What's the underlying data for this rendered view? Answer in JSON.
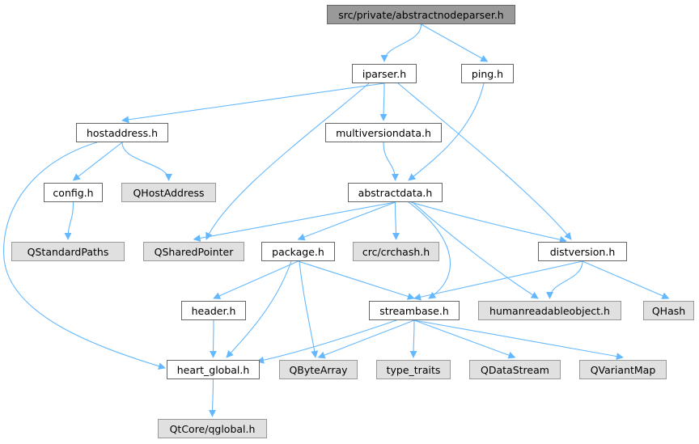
{
  "diagram": {
    "colors": {
      "edge": "#63b8ff",
      "local_node_fill": "#ffffff",
      "external_node_fill": "#e0e0e0",
      "root_node_fill": "#999999",
      "node_border": "#666666"
    },
    "nodes": [
      {
        "id": "root",
        "label": "src/private/abstractnodeparser.h",
        "kind": "root"
      },
      {
        "id": "iparser",
        "label": "iparser.h",
        "kind": "local"
      },
      {
        "id": "ping",
        "label": "ping.h",
        "kind": "local"
      },
      {
        "id": "hostaddress",
        "label": "hostaddress.h",
        "kind": "local"
      },
      {
        "id": "multiversiondata",
        "label": "multiversiondata.h",
        "kind": "local"
      },
      {
        "id": "config",
        "label": "config.h",
        "kind": "local"
      },
      {
        "id": "qhostaddress",
        "label": "QHostAddress",
        "kind": "external"
      },
      {
        "id": "abstractdata",
        "label": "abstractdata.h",
        "kind": "local"
      },
      {
        "id": "qstandardpaths",
        "label": "QStandardPaths",
        "kind": "external"
      },
      {
        "id": "qsharedpointer",
        "label": "QSharedPointer",
        "kind": "external"
      },
      {
        "id": "package",
        "label": "package.h",
        "kind": "local"
      },
      {
        "id": "crchash",
        "label": "crc/crchash.h",
        "kind": "external"
      },
      {
        "id": "distversion",
        "label": "distversion.h",
        "kind": "local"
      },
      {
        "id": "header",
        "label": "header.h",
        "kind": "local"
      },
      {
        "id": "streambase",
        "label": "streambase.h",
        "kind": "local"
      },
      {
        "id": "humanreadableobject",
        "label": "humanreadableobject.h",
        "kind": "external"
      },
      {
        "id": "qhash",
        "label": "QHash",
        "kind": "external"
      },
      {
        "id": "heartglobal",
        "label": "heart_global.h",
        "kind": "local"
      },
      {
        "id": "qbytearray",
        "label": "QByteArray",
        "kind": "external"
      },
      {
        "id": "typetraits",
        "label": "type_traits",
        "kind": "external"
      },
      {
        "id": "qdatastream",
        "label": "QDataStream",
        "kind": "external"
      },
      {
        "id": "qvariantmap",
        "label": "QVariantMap",
        "kind": "external"
      },
      {
        "id": "qglobal",
        "label": "QtCore/qglobal.h",
        "kind": "external"
      }
    ],
    "edges": [
      {
        "from": "root",
        "to": "iparser"
      },
      {
        "from": "root",
        "to": "ping"
      },
      {
        "from": "iparser",
        "to": "hostaddress"
      },
      {
        "from": "iparser",
        "to": "multiversiondata"
      },
      {
        "from": "iparser",
        "to": "qsharedpointer"
      },
      {
        "from": "iparser",
        "to": "distversion"
      },
      {
        "from": "ping",
        "to": "abstractdata"
      },
      {
        "from": "hostaddress",
        "to": "config"
      },
      {
        "from": "hostaddress",
        "to": "qhostaddress"
      },
      {
        "from": "hostaddress",
        "to": "heartglobal"
      },
      {
        "from": "multiversiondata",
        "to": "abstractdata"
      },
      {
        "from": "config",
        "to": "qstandardpaths"
      },
      {
        "from": "abstractdata",
        "to": "qsharedpointer"
      },
      {
        "from": "abstractdata",
        "to": "package"
      },
      {
        "from": "abstractdata",
        "to": "crchash"
      },
      {
        "from": "abstractdata",
        "to": "distversion"
      },
      {
        "from": "abstractdata",
        "to": "streambase"
      },
      {
        "from": "abstractdata",
        "to": "humanreadableobject"
      },
      {
        "from": "package",
        "to": "header"
      },
      {
        "from": "package",
        "to": "heartglobal"
      },
      {
        "from": "package",
        "to": "qbytearray"
      },
      {
        "from": "package",
        "to": "streambase"
      },
      {
        "from": "distversion",
        "to": "streambase"
      },
      {
        "from": "distversion",
        "to": "humanreadableobject"
      },
      {
        "from": "distversion",
        "to": "qhash"
      },
      {
        "from": "header",
        "to": "heartglobal"
      },
      {
        "from": "streambase",
        "to": "heartglobal"
      },
      {
        "from": "streambase",
        "to": "qbytearray"
      },
      {
        "from": "streambase",
        "to": "typetraits"
      },
      {
        "from": "streambase",
        "to": "qdatastream"
      },
      {
        "from": "streambase",
        "to": "qvariantmap"
      },
      {
        "from": "heartglobal",
        "to": "qglobal"
      }
    ]
  }
}
